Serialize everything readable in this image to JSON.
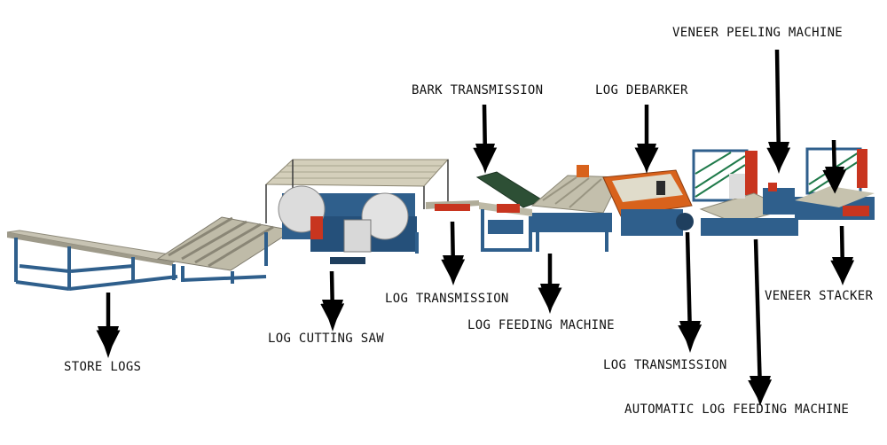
{
  "labels": {
    "veneer_peeling_machine": "VENEER PEELING MACHINE",
    "bark_transmission": "BARK TRANSMISSION",
    "log_debarker": "LOG DEBARKER",
    "log_transmission_1": "LOG TRANSMISSION",
    "log_feeding_machine": "LOG FEEDING MACHINE",
    "veneer_stacker": "VENEER STACKER",
    "log_cutting_saw": "LOG CUTTING SAW",
    "store_logs": "STORE LOGS",
    "log_transmission_2": "LOG TRANSMISSION",
    "automatic_log_feeding_machine": "AUTOMATIC LOG FEEDING MACHINE"
  },
  "colors": {
    "frame_blue": "#2f5f8c",
    "frame_dark": "#1f3f5e",
    "panel_gray": "#b9b6a6",
    "roof": "#cfcab6",
    "accent_red": "#c8351f",
    "motor_orange": "#d8621c",
    "arrow": "#000000"
  }
}
